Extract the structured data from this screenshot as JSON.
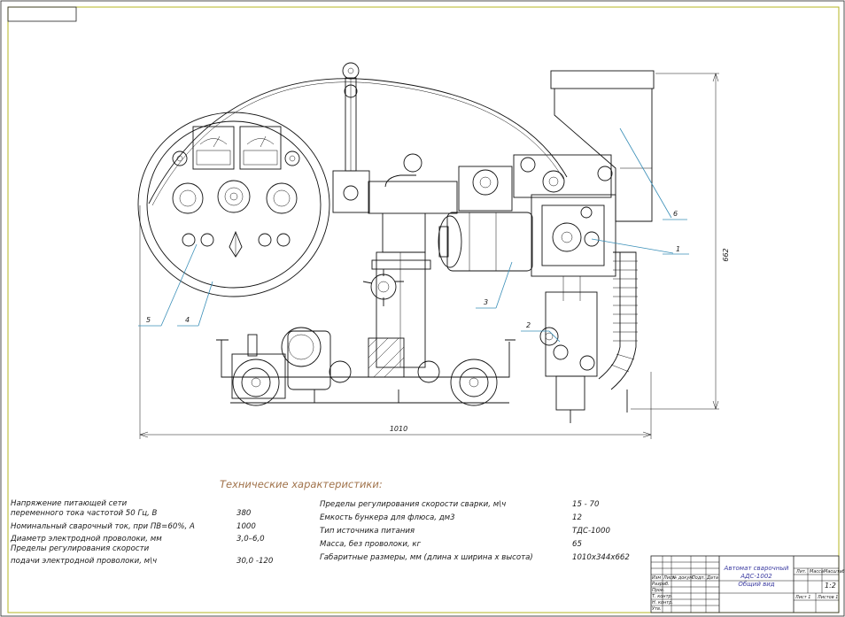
{
  "drawing": {
    "leader_labels": [
      "1",
      "2",
      "3",
      "4",
      "5",
      "6"
    ],
    "dimensions": {
      "height": "662",
      "width": "1010"
    }
  },
  "specs": {
    "heading": "Технические характеристики:",
    "left": [
      {
        "label": "Напряжение питающей сети",
        "value": ""
      },
      {
        "label": "переменного тока частотой 50 Гц, В",
        "value": "380"
      },
      {
        "label": "Номинальный сварочный ток, при ПВ=60%, А",
        "value": "1000"
      },
      {
        "label": "Диаметр электродной проволоки, мм",
        "value": "3,0–6,0"
      },
      {
        "label": "Пределы регулирования скорости",
        "value": ""
      },
      {
        "label": "подачи электродной проволоки, м\\ч",
        "value": "30,0 -120"
      }
    ],
    "right": [
      {
        "label": "Пределы регулирования скорости сварки, м\\ч",
        "value": "15 - 70"
      },
      {
        "label": "Емкость бункера для флюса, дм3",
        "value": "12"
      },
      {
        "label": "Тип источника питания",
        "value": "ТДС-1000"
      },
      {
        "label": "Масса, без проволоки, кг",
        "value": "65"
      },
      {
        "label": "Габаритные размеры, мм (длина х ширина х высота)",
        "value": "1010х344х662"
      }
    ]
  },
  "title_block": {
    "title_line1": "Автомат сварочный",
    "title_line2": "АДС-1002",
    "title_line3": "Общий вид",
    "scale": "1:2",
    "col_headers": [
      "Лит.",
      "Масса",
      "Масштаб"
    ],
    "row_labels": [
      "Изм",
      "Лист",
      "№ докум.",
      "Подп.",
      "Дата"
    ],
    "sign_labels": [
      "Разраб.",
      "Пров.",
      "Т. контр.",
      "Н. контр.",
      "Утв."
    ],
    "sheet": "Лист 1",
    "sheets": "Листов 1"
  }
}
